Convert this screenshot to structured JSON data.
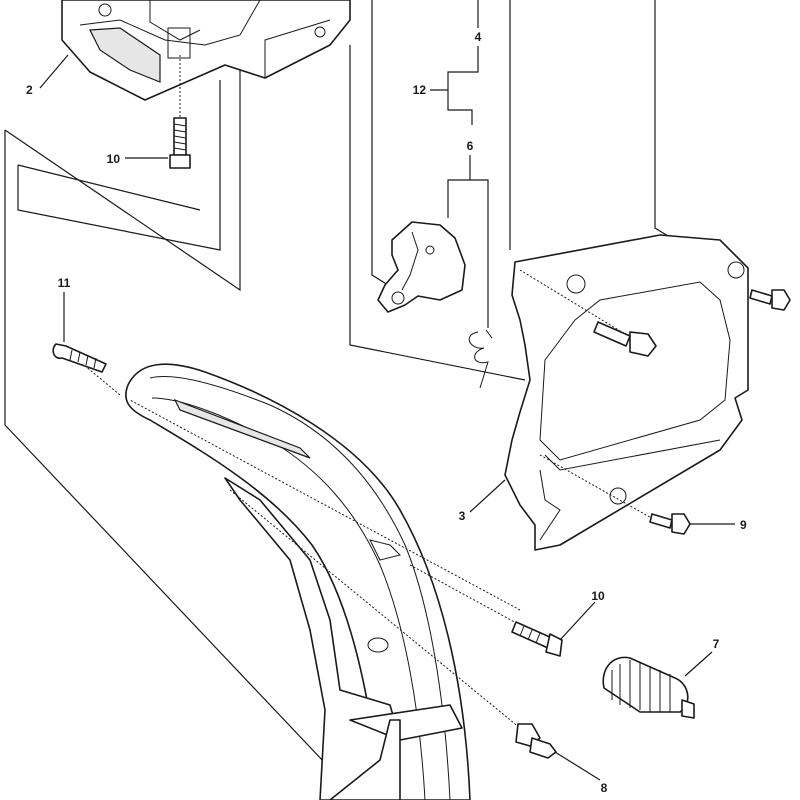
{
  "callouts": [
    {
      "id": "c2",
      "label": "2"
    },
    {
      "id": "c4",
      "label": "4"
    },
    {
      "id": "c12",
      "label": "12"
    },
    {
      "id": "c6",
      "label": "6"
    },
    {
      "id": "c10a",
      "label": "10"
    },
    {
      "id": "c11",
      "label": "11"
    },
    {
      "id": "c3",
      "label": "3"
    },
    {
      "id": "c9",
      "label": "9"
    },
    {
      "id": "c10b",
      "label": "10"
    },
    {
      "id": "c7",
      "label": "7"
    },
    {
      "id": "c8",
      "label": "8"
    }
  ]
}
